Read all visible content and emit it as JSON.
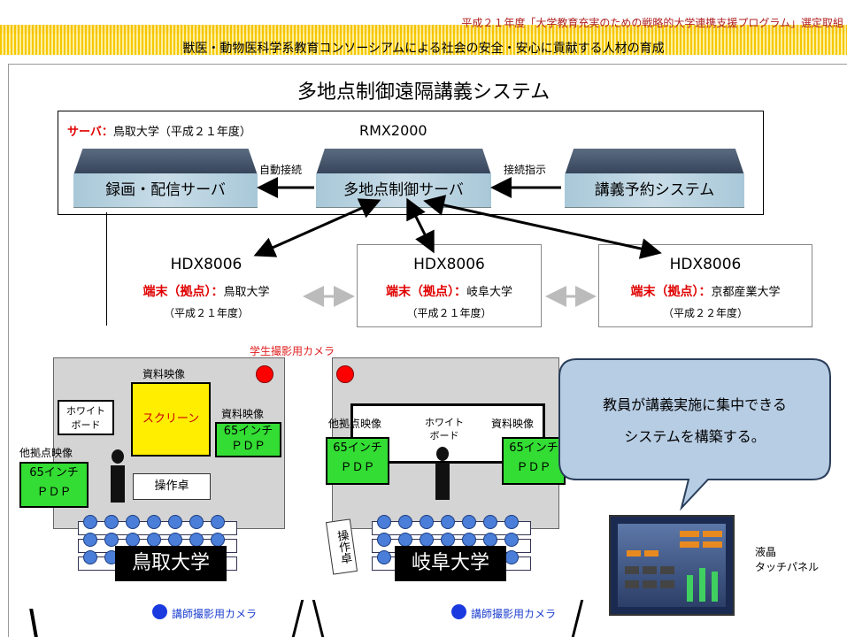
{
  "header": {
    "program": "平成２１年度「大学教育充実のための戦略的大学連携支援プログラム」選定取組",
    "headline": "獣医・動物医科学系教育コンソーシアムによる社会の安全・安心に貢献する人材の育成"
  },
  "diagram_title": "多地点制御遠隔講義システム",
  "server_section": {
    "server_prefix": "サーバ：",
    "server_host": "鳥取大学（平成２１年度）",
    "model": "RMX2000",
    "buildings": {
      "recording": "録画・配信サーバ",
      "mcu": "多地点制御サーバ",
      "reservation": "講義予約システム"
    },
    "auto_connect": "自動接続",
    "connect_instruction": "接続指示"
  },
  "terminals": [
    {
      "model": "HDX8006",
      "prefix": "端末（拠点）：",
      "site": "鳥取大学",
      "year": "（平成２１年度）"
    },
    {
      "model": "HDX8006",
      "prefix": "端末（拠点）：",
      "site": "岐阜大学",
      "year": "（平成２１年度）"
    },
    {
      "model": "HDX8006",
      "prefix": "端末（拠点）：",
      "site": "京都産業大学",
      "year": "（平成２２年度）"
    }
  ],
  "rooms": {
    "student_camera": "学生撮影用カメラ",
    "instructor_camera": "講師撮影用カメラ",
    "tottori": {
      "material_video_top": "資料映像",
      "screen": "スクリーン",
      "whiteboard": "ホワイト\nボード",
      "material_video_right": "資料映像",
      "other_site_video": "他拠点映像",
      "pdp_right": "65インチ\nＰＤＰ",
      "pdp_left": "65インチ\nＰＤＰ",
      "console": "操作卓",
      "name": "鳥取大学"
    },
    "gifu": {
      "other_site_video": "他拠点映像",
      "whiteboard": "ホワイト\nボード",
      "material_video": "資料映像",
      "pdp_left": "65インチ\nＰＤＰ",
      "pdp_right": "65インチ\nＰＤＰ",
      "console": "操作卓",
      "name": "岐阜大学"
    }
  },
  "callout": {
    "line1": "教員が講義実施に集中できる",
    "line2": "システムを構築する。"
  },
  "touch_panel": {
    "label": "液晶\nタッチパネル"
  },
  "colors": {
    "accent_red": "#e00000",
    "pdp_green": "#33dd33",
    "screen_yellow": "#ffee00",
    "camera_blue": "#1a3adf",
    "bubble_blue": "#b7cde4"
  }
}
